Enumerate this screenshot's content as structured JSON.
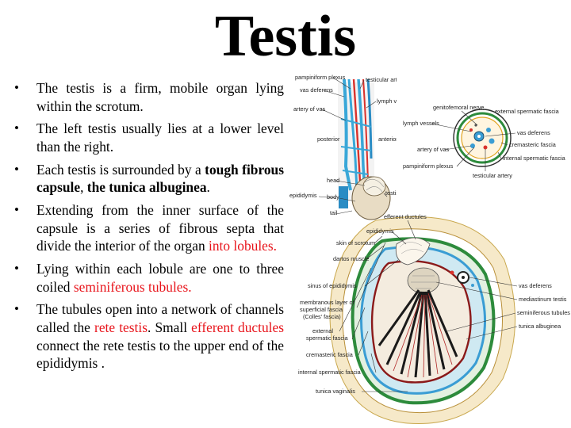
{
  "title": "Testis",
  "bullets": [
    {
      "text": "The testis is a firm, mobile organ lying within the scrotum."
    },
    {
      "text": "The left testis usually lies at a lower level than the right."
    },
    {
      "pre": "Each testis is surrounded by a ",
      "bold1": "tough fibrous capsule",
      "mid": ", ",
      "bold2": "the tunica albuginea",
      "post": "."
    },
    {
      "pre": "Extending from the inner surface of the capsule is a series of fibrous septa that divide the interior of the organ ",
      "red": "into lobules."
    },
    {
      "pre": "Lying within each lobule are one to three coiled ",
      "red": "seminiferous tubules."
    },
    {
      "pre": "The tubules open into a network of channels called the ",
      "red1": "rete testis",
      "mid": ". Small ",
      "red2": "efferent ductules",
      "post": " connect the rete testis to the upper end of the epididymis ."
    }
  ],
  "figure_top_left": {
    "labels": {
      "pampiniform_plexus": "pampiniform plexus",
      "testicular_artery": "testicular artery",
      "vas_deferens": "vas deferens",
      "artery_of_vas": "artery of vas",
      "lymph_vessels": "lymph vessels",
      "posterior": "posterior",
      "anterior": "anterior",
      "head": "head",
      "epididymis": "epididymis",
      "body": "body",
      "tail": "tail",
      "testis": "testis"
    }
  },
  "figure_top_right": {
    "labels": {
      "genitofemoral_nerve": "genitofemoral nerve",
      "external_spermatic_fascia": "external spermatic fascia",
      "lymph_vessels": "lymph vessels",
      "vas_deferens": "vas deferens",
      "artery_of_vas": "artery of vas",
      "cremasteric_fascia": "cremasteric fascia",
      "pampiniform_plexus": "pampiniform plexus",
      "internal_spermatic_fascia": "internal spermatic fascia",
      "testicular_artery": "testicular artery"
    }
  },
  "figure_bottom": {
    "labels": {
      "efferent_ductules": "efferent ductules",
      "epididymis": "epididymis",
      "skin_of_scrotum": "skin of scrotum",
      "dartos_muscle": "dartos muscle",
      "sinus_of_epididymis": "sinus of epididymis",
      "membranous_layer_1": "membranous layer of",
      "membranous_layer_2": "superficial fascia",
      "membranous_layer_3": "(Colles' fascia)",
      "external_spermatic_fascia_1": "external",
      "external_spermatic_fascia_2": "spermatic fascia",
      "cremasteric_fascia": "cremasteric fascia",
      "internal_spermatic_fascia": "internal spermatic fascia",
      "tunica_vaginalis": "tunica vaginalis",
      "vas_deferens": "vas deferens",
      "mediastinum_testis": "mediastinum testis",
      "seminiferous_tubules": "seminiferous tubules",
      "tunica_albuginea": "tunica albuginea"
    }
  }
}
